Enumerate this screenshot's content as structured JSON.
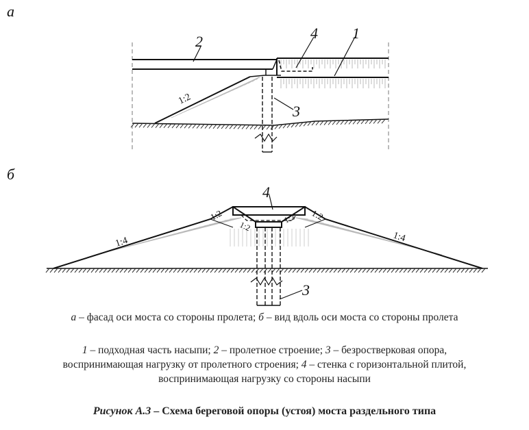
{
  "panel_a": {
    "letter": "а",
    "slope_label": "1:2",
    "callouts": {
      "one": "1",
      "two": "2",
      "three": "3",
      "four": "4"
    }
  },
  "panel_b": {
    "letter": "б",
    "slope_left_outer": "1:4",
    "slope_right_outer": "1:4",
    "slope_left_upper": "1:2",
    "slope_right_upper": "1:2",
    "slope_left_inner": "1:2",
    "slope_right_inner": "1:2",
    "callouts": {
      "three": "3",
      "four": "4"
    }
  },
  "captions": {
    "legend_ab": {
      "a_key": "а",
      "a_text": " – фасад оси моста со стороны пролета; ",
      "b_key": "б",
      "b_text": " – вид вдоль оси моста со стороны пролета"
    },
    "legend_items_line1": {
      "k1": "1",
      "t1": " – подходная часть насыпи; ",
      "k2": "2",
      "t2": " – пролетное строение; ",
      "k3": "3",
      "t3": " – безростверковая опора,"
    },
    "legend_items_line2": {
      "t3b": "воспринимающая нагрузку от пролетного строения; ",
      "k4": "4",
      "t4": " – стенка с горизонтальной плитой,"
    },
    "legend_items_line3": {
      "t4b": "воспринимающая нагрузку со стороны насыпи"
    },
    "figure": {
      "label": "Рисунок А.3",
      "text": " – Схема береговой опоры (устоя) моста раздельного типа"
    }
  }
}
